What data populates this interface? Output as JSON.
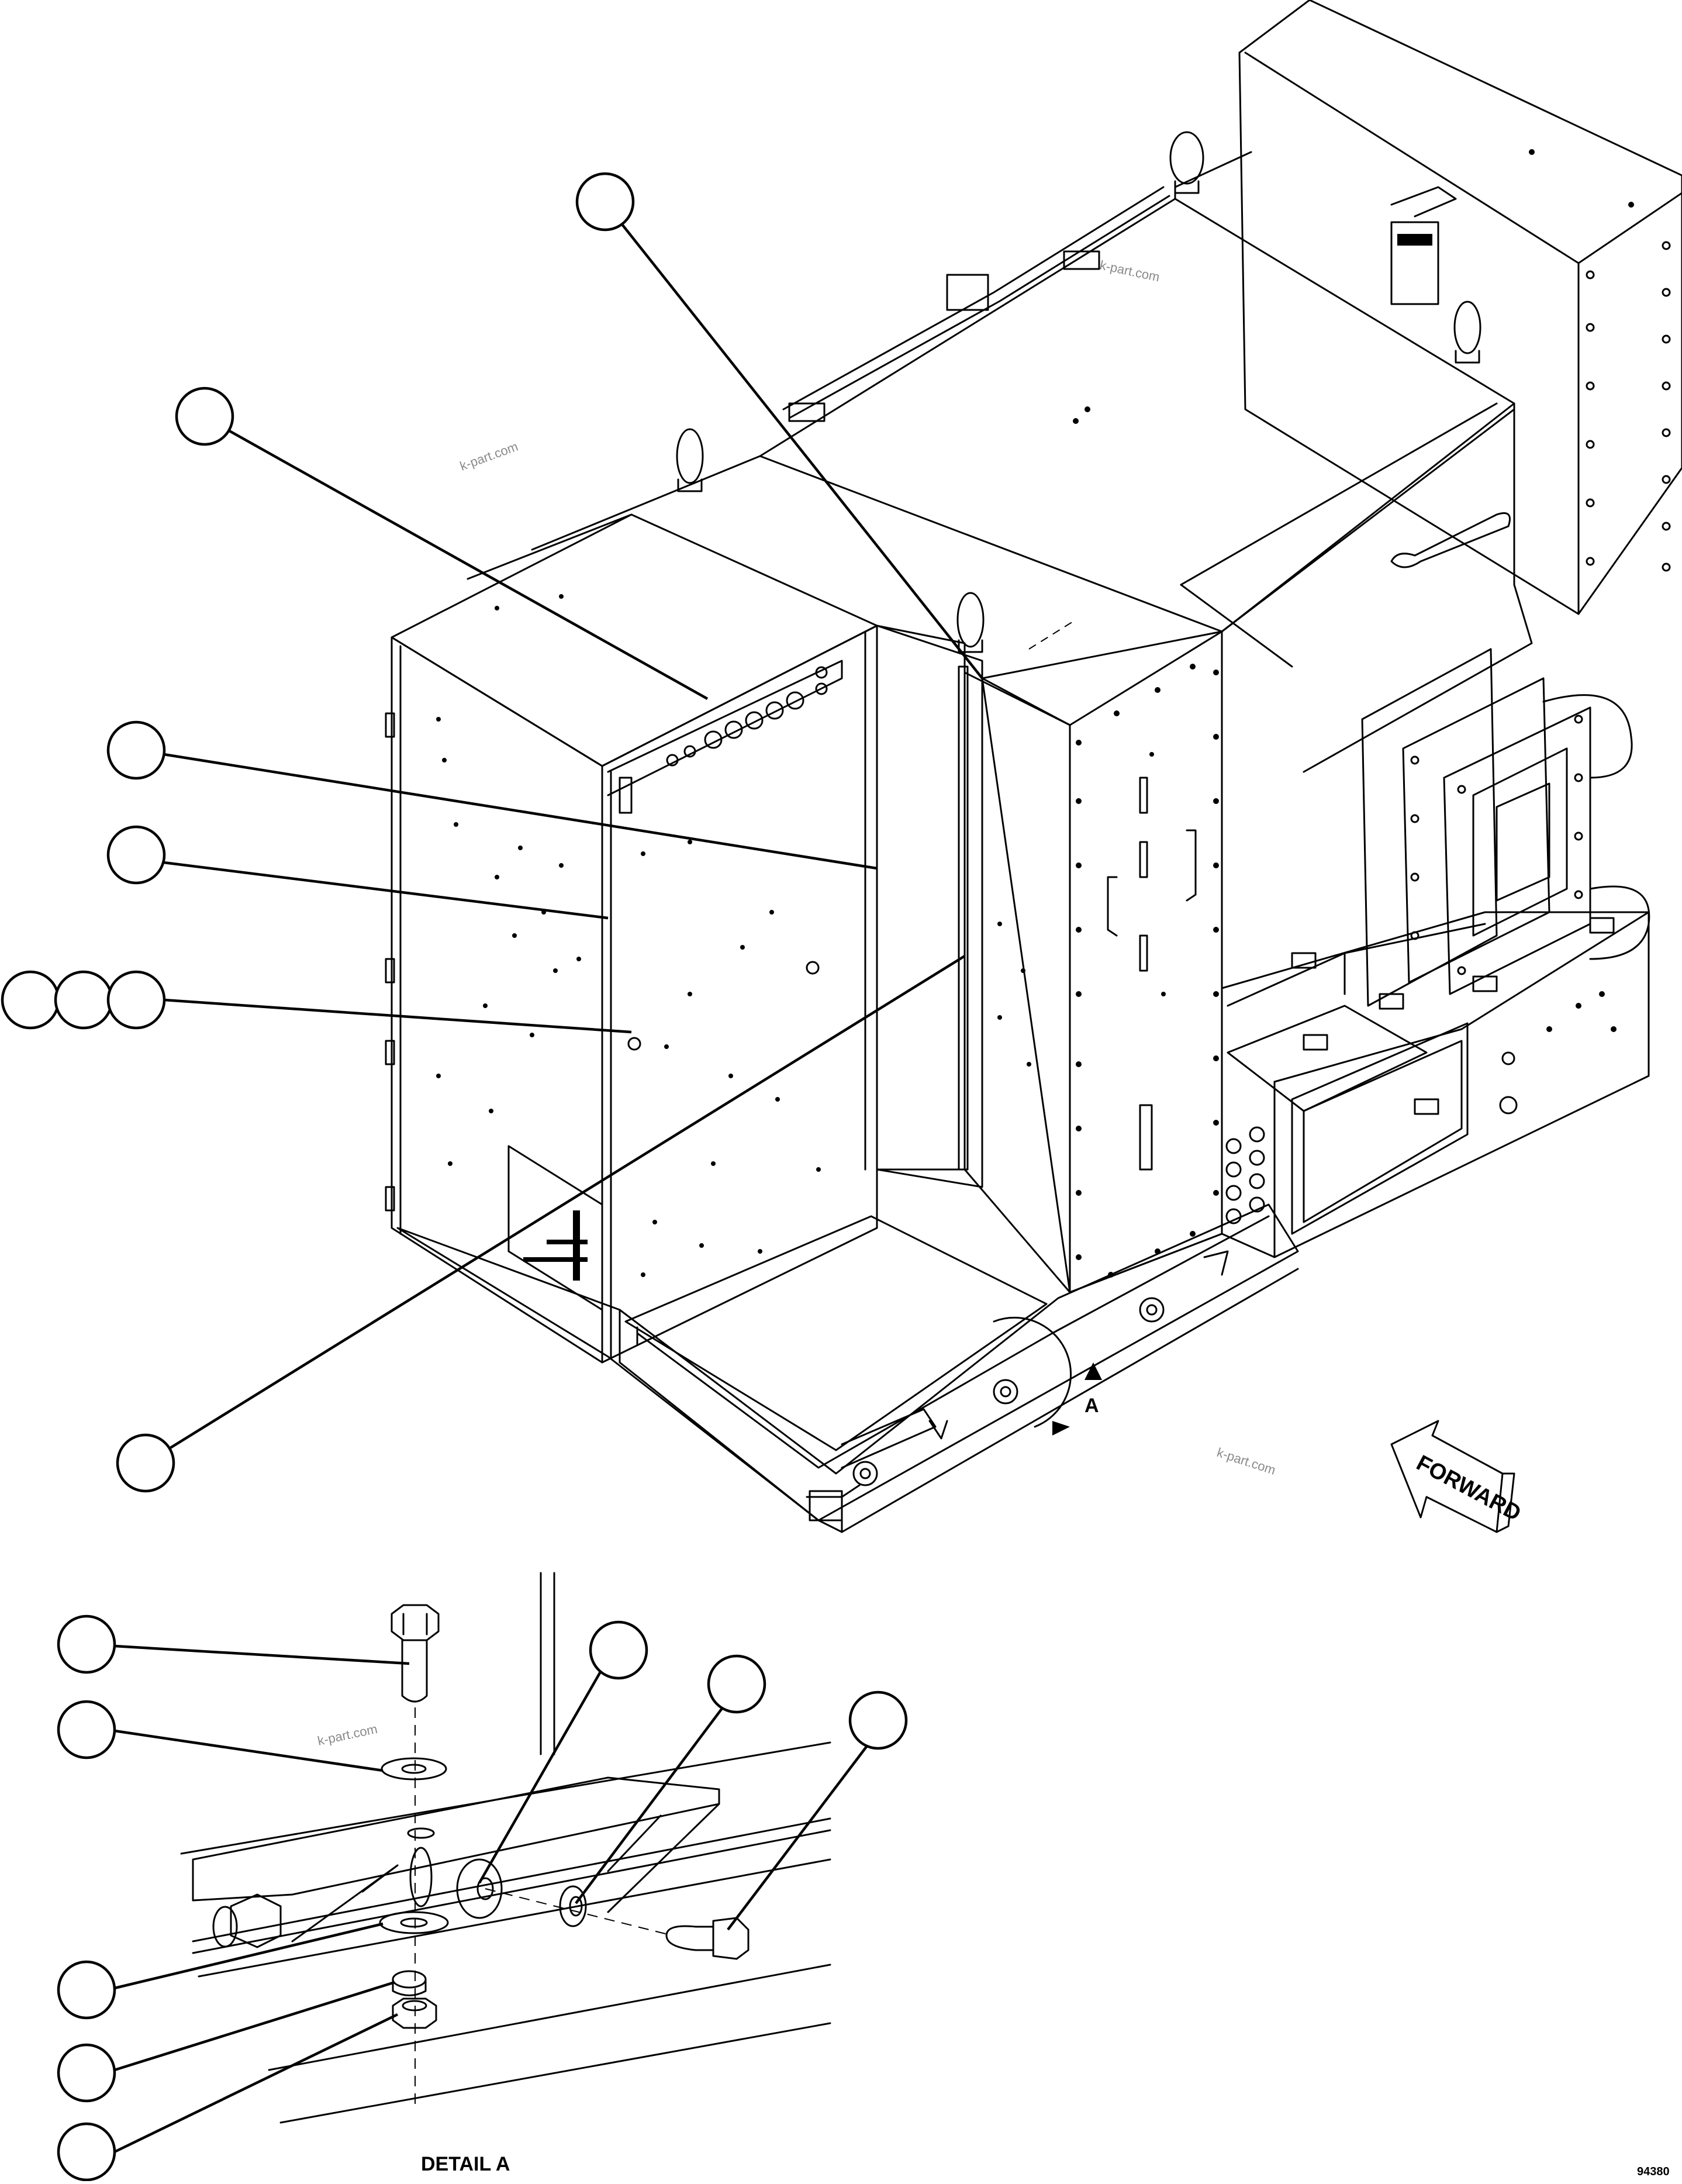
{
  "labels": {
    "forward": "FORWARD",
    "detail_arrow": "A",
    "detail_title": "DETAIL A",
    "drawing_number": "94380"
  },
  "watermarks": [
    "k-part.com",
    "k-part.com",
    "k-part.com",
    "k-part.com"
  ]
}
